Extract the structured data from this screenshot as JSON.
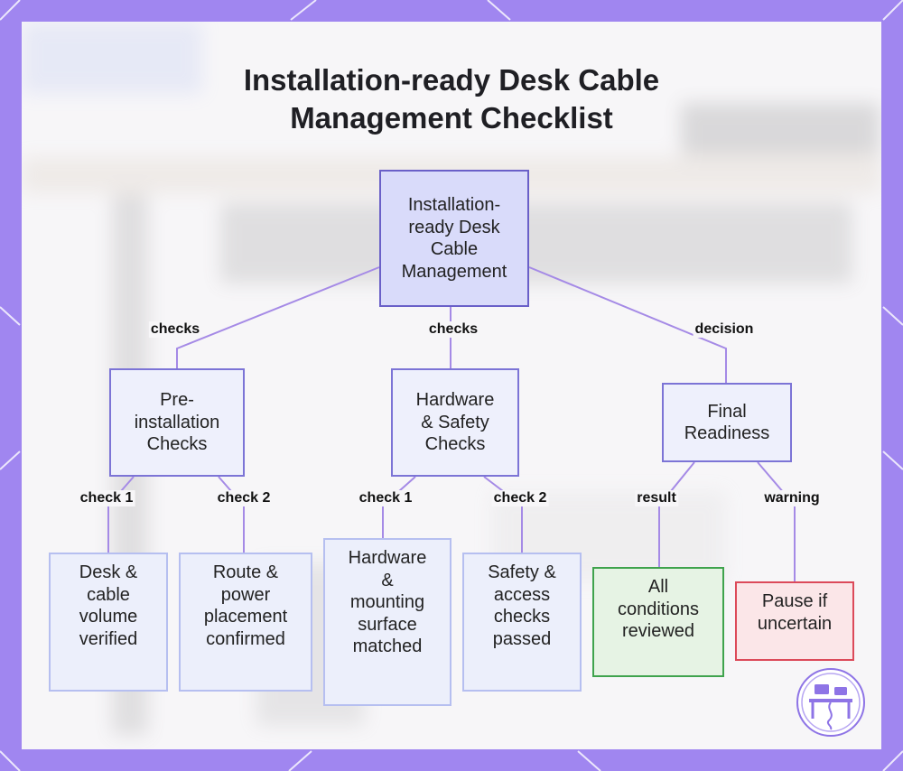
{
  "title_lines": [
    "Installation-ready Desk Cable",
    "Management Checklist"
  ],
  "nodes": {
    "root": [
      "Installation-",
      "ready Desk",
      "Cable",
      "Management"
    ],
    "pre": [
      "Pre-",
      "installation",
      "Checks"
    ],
    "hardware": [
      "Hardware",
      "& Safety",
      "Checks"
    ],
    "final": [
      "Final",
      "Readiness"
    ],
    "desk": [
      "Desk &",
      "cable",
      "volume",
      "verified"
    ],
    "route": [
      "Route &",
      "power",
      "placement",
      "confirmed"
    ],
    "mounting": [
      "Hardware",
      "&",
      "mounting",
      "surface",
      "matched"
    ],
    "safety": [
      "Safety &",
      "access",
      "checks",
      "passed"
    ],
    "all": [
      "All",
      "conditions",
      "reviewed"
    ],
    "pause": [
      "Pause if",
      "uncertain"
    ]
  },
  "edge_labels": {
    "root_pre": "checks",
    "root_hardware": "checks",
    "root_final": "decision",
    "pre_desk": "check 1",
    "pre_route": "check 2",
    "hw_mounting": "check 1",
    "hw_safety": "check 2",
    "final_all": "result",
    "final_pause": "warning"
  },
  "colors": {
    "frame": "#a086f0",
    "edge": "#a58ae6",
    "root_fill": "#d9dbfa",
    "success_border": "#3fa34d",
    "warning_border": "#dc4a5a"
  },
  "icons": [
    "desk-workstation-icon"
  ]
}
